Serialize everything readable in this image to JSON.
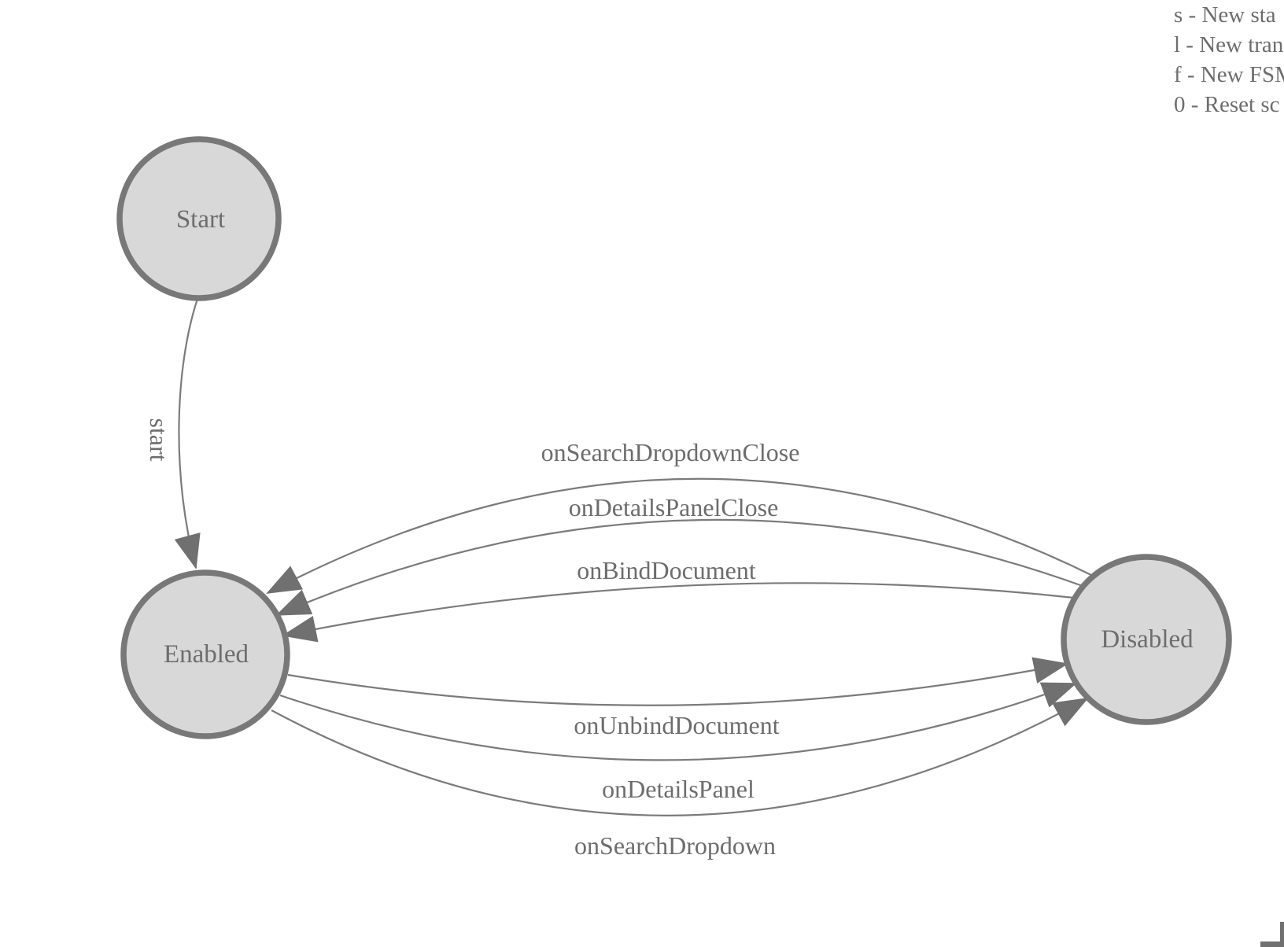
{
  "legend": {
    "lines": [
      "s - New sta",
      "l - New tran",
      "f - New FSM",
      "0 - Reset sc"
    ]
  },
  "states": {
    "start": {
      "label": "Start"
    },
    "enabled": {
      "label": "Enabled"
    },
    "disabled": {
      "label": "Disabled"
    }
  },
  "transitions": {
    "start": {
      "label": "start",
      "from": "Start",
      "to": "Enabled"
    },
    "on_search_dropdown_close": {
      "label": "onSearchDropdownClose",
      "from": "Disabled",
      "to": "Enabled"
    },
    "on_details_panel_close": {
      "label": "onDetailsPanelClose",
      "from": "Disabled",
      "to": "Enabled"
    },
    "on_bind_document": {
      "label": "onBindDocument",
      "from": "Disabled",
      "to": "Enabled"
    },
    "on_unbind_document": {
      "label": "onUnbindDocument",
      "from": "Enabled",
      "to": "Disabled"
    },
    "on_details_panel": {
      "label": "onDetailsPanel",
      "from": "Enabled",
      "to": "Disabled"
    },
    "on_search_dropdown": {
      "label": "onSearchDropdown",
      "from": "Enabled",
      "to": "Disabled"
    }
  },
  "colors": {
    "node_fill": "#d8d8d8",
    "node_stroke": "#787878",
    "edge_stroke": "#7b7b7b",
    "arrow_fill": "#707070",
    "text": "#6d6d6d"
  }
}
